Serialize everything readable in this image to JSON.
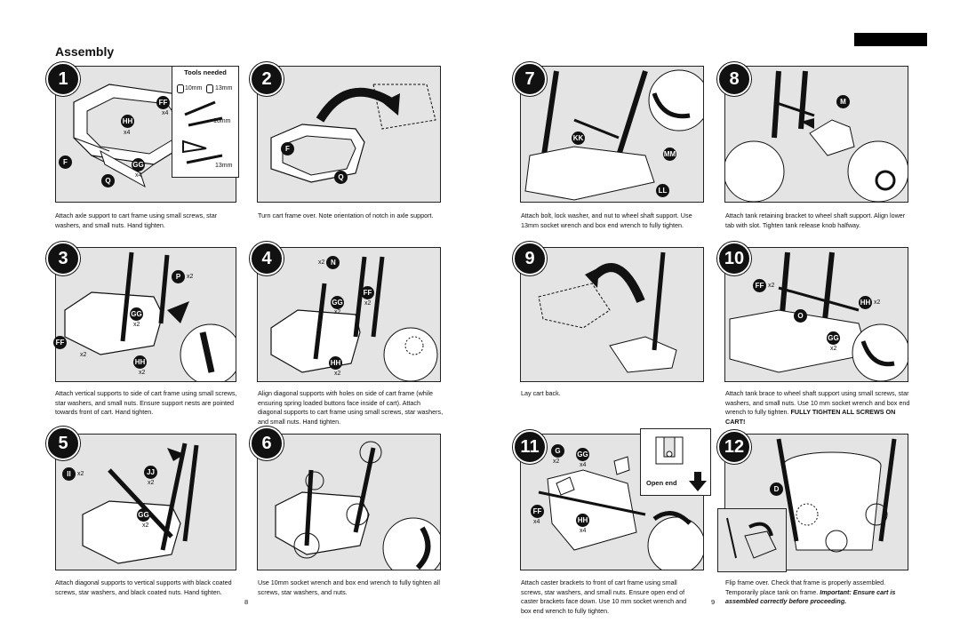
{
  "header": {
    "title": "Assembly"
  },
  "tools": {
    "heading": "Tools needed",
    "s10": "10mm",
    "s13": "13mm",
    "w10": "10mm",
    "w13": "13mm"
  },
  "steps": [
    {
      "num": "1",
      "caption": "Attach axle support to cart frame using small screws, star washers, and small nuts. Hand tighten."
    },
    {
      "num": "2",
      "caption": "Turn cart frame over. Note orientation of notch in axle support."
    },
    {
      "num": "3",
      "caption": "Attach vertical supports to side of cart frame using small screws, star washers, and small nuts. Ensure support nests are pointed towards front of cart. Hand tighten."
    },
    {
      "num": "4",
      "caption": "Align diagonal supports with holes on side of cart frame (while ensuring spring loaded buttons face inside of cart). Attach diagonal supports to cart frame using small screws, star washers, and small nuts. Hand tighten."
    },
    {
      "num": "5",
      "caption": "Attach diagonal supports to vertical supports with black coated screws, star washers, and black coated nuts. Hand tighten."
    },
    {
      "num": "6",
      "caption": "Use 10mm socket wrench and box end wrench to fully tighten all screws, star washers, and nuts."
    },
    {
      "num": "7",
      "caption": "Attach bolt, lock washer, and nut to wheel shaft support. Use 13mm socket wrench and box end wrench to fully tighten."
    },
    {
      "num": "8",
      "caption": "Attach tank retaining bracket to wheel shaft support. Align lower tab with slot. Tighten tank release knob halfway."
    },
    {
      "num": "9",
      "caption": "Lay cart back."
    },
    {
      "num": "10",
      "caption": "Attach tank brace to wheel shaft support using small screws, star washers, and small nuts. Use 10 mm socket wrench and box end wrench to fully tighten.",
      "caption_bold": "FULLY TIGHTEN ALL SCREWS ON CART!"
    },
    {
      "num": "11",
      "caption": "Attach caster brackets to front of cart frame using small screws, star washers, and small nuts. Ensure open end of caster brackets face down. Use 10 mm socket wrench and box end wrench to fully tighten."
    },
    {
      "num": "12",
      "caption": "Flip frame over. Check that frame is properly assembled. Temporarily place tank on frame.",
      "caption_bold_italic": "Important: Ensure cart is assembled correctly before proceeding."
    }
  ],
  "labels": {
    "FF": "FF",
    "HH": "HH",
    "GG": "GG",
    "F": "F",
    "Q": "Q",
    "P": "P",
    "N": "N",
    "II": "II",
    "JJ": "JJ",
    "KK": "KK",
    "MM": "MM",
    "LL": "LL",
    "M": "M",
    "O": "O",
    "G": "G",
    "D": "D",
    "x4": "x4",
    "x2": "x2"
  },
  "open_end": "Open end",
  "pages": {
    "left": "8",
    "right": "9"
  }
}
